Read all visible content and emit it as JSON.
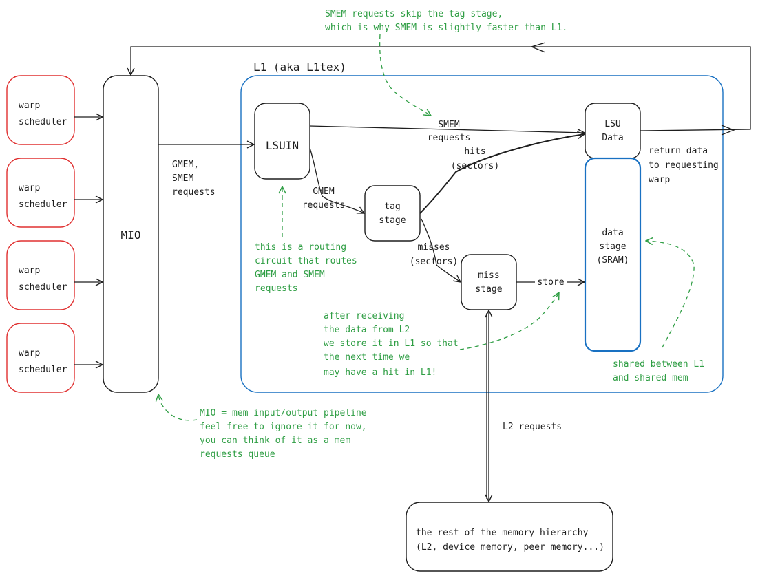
{
  "colors": {
    "ink": "#1e1e1e",
    "warp_border": "#e03131",
    "l1_border": "#1971c2",
    "note_green": "#2f9e44"
  },
  "warp_schedulers": [
    {
      "line1": "warp",
      "line2": "scheduler"
    },
    {
      "line1": "warp",
      "line2": "scheduler"
    },
    {
      "line1": "warp",
      "line2": "scheduler"
    },
    {
      "line1": "warp",
      "line2": "scheduler"
    }
  ],
  "mio": {
    "label": "MIO"
  },
  "l1": {
    "title": "L1 (aka L1tex)"
  },
  "lsuin": {
    "label": "LSUIN"
  },
  "tag_stage": {
    "line1": "tag",
    "line2": "stage"
  },
  "miss_stage": {
    "line1": "miss",
    "line2": "stage"
  },
  "lsu_data": {
    "line1": "LSU",
    "line2": "Data"
  },
  "data_stage": {
    "line1": "data",
    "line2": "stage",
    "line3": "(SRAM)"
  },
  "memory_hierarchy": {
    "line1": "the rest of the memory hierarchy",
    "line2": "(L2, device memory, peer memory...)"
  },
  "edge_labels": {
    "gmem_smem": {
      "line1": "GMEM,",
      "line2": "SMEM",
      "line3": "requests"
    },
    "smem_requests": {
      "line1": "SMEM",
      "line2": "requests"
    },
    "gmem_requests": {
      "line1": "GMEM",
      "line2": "requests"
    },
    "hits": {
      "line1": "hits",
      "line2": "(sectors)"
    },
    "misses": {
      "line1": "misses",
      "line2": "(sectors)"
    },
    "store": "store",
    "return_data": {
      "line1": "return data",
      "line2": "to requesting",
      "line3": "warp"
    },
    "l2_requests": "L2 requests"
  },
  "notes": {
    "smem_skip": {
      "line1": "SMEM requests skip the tag stage,",
      "line2": "which is why SMEM is slightly faster than L1."
    },
    "routing": {
      "line1": "this is a routing",
      "line2": "circuit that routes",
      "line3": "GMEM and SMEM",
      "line4": "requests"
    },
    "after_receiving": {
      "line1": "after receiving",
      "line2": "the data from L2",
      "line3": "we store it in L1 so that",
      "line4": "the next time we",
      "line5": "may have a hit in L1!"
    },
    "shared": {
      "line1": "shared between L1",
      "line2": "and shared mem"
    },
    "mio_note": {
      "line1": "MIO = mem input/output pipeline",
      "line2": "feel free to ignore it for now,",
      "line3": "you can think of it as a mem",
      "line4": "requests queue"
    }
  }
}
